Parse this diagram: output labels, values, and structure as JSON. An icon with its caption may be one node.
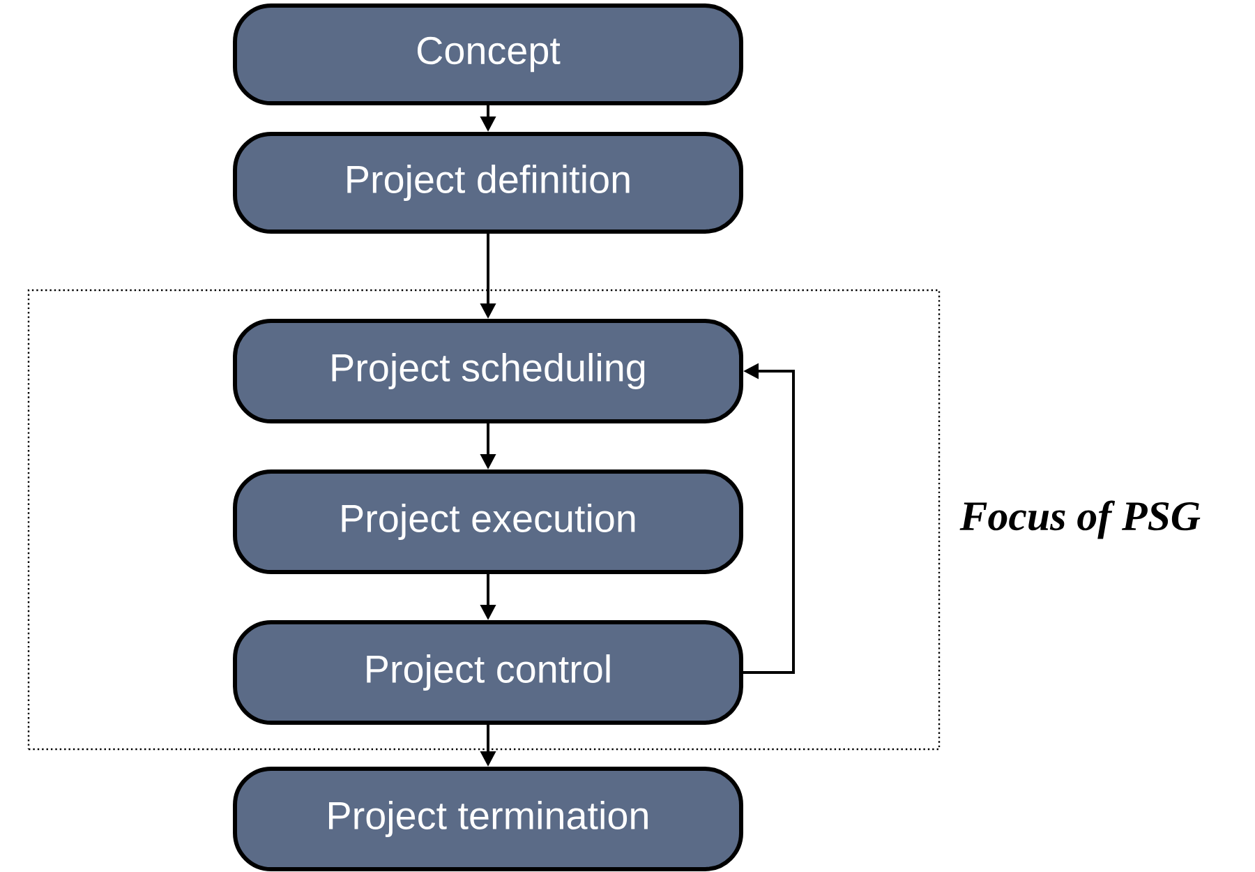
{
  "diagram": {
    "nodes": [
      {
        "text": [
          "Concept"
        ]
      },
      {
        "text": [
          "Project definition"
        ]
      },
      {
        "text": [
          "Focus of PSG"
        ]
      },
      {
        "text": [
          "Project scheduling"
        ],
        "in": 2
      },
      {
        "text": [
          "Project execution"
        ],
        "in": 2
      },
      {
        "text": [
          "Project control"
        ],
        "in": 2
      },
      {
        "text": [
          "Project termination"
        ]
      }
    ],
    "edges": [
      {
        "from": 0,
        "to": 1,
        "arrow": "to"
      },
      {
        "from": 1,
        "to": 3,
        "arrow": "to"
      },
      {
        "from": 3,
        "to": 4,
        "arrow": "to"
      },
      {
        "from": 4,
        "to": 5,
        "arrow": "to"
      },
      {
        "from": 5,
        "to": 6,
        "arrow": "to"
      },
      {
        "from": 5,
        "to": 3,
        "arrow": "to"
      }
    ]
  }
}
